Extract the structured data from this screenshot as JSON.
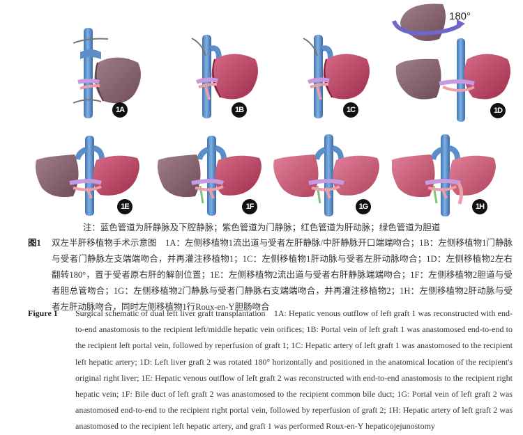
{
  "figure": {
    "panels": [
      {
        "id": "1A",
        "label": "1A"
      },
      {
        "id": "1B",
        "label": "1B"
      },
      {
        "id": "1C",
        "label": "1C"
      },
      {
        "id": "1D",
        "label": "1D"
      },
      {
        "id": "1E",
        "label": "1E"
      },
      {
        "id": "1F",
        "label": "1F"
      },
      {
        "id": "1G",
        "label": "1G"
      },
      {
        "id": "1H",
        "label": "1H"
      }
    ],
    "rotation_label": "180°",
    "colors": {
      "vein_blue": "#5b8fc9",
      "portal_purple": "#b58ad6",
      "artery_red": "#e8909a",
      "bile_green": "#7cc47a",
      "graft1_liver": "#8a6470",
      "graft2_liver": "#b8445f",
      "label_badge": "#111111"
    }
  },
  "note": "注：蓝色管道为肝静脉及下腔静脉；紫色管道为门静脉；红色管道为肝动脉；绿色管道为胆道",
  "caption_cn": {
    "label": "图1",
    "text": "双左半肝移植物手术示意图　1A：左侧移植物1流出道与受者左肝静脉/中肝静脉开口端端吻合；1B：左侧移植物1门静脉与受者门静脉左支端端吻合，并再灌注移植物1；1C：左侧移植物1肝动脉与受者左肝动脉吻合；1D：左侧移植物2左右翻转180°，置于受者原右肝的解剖位置；1E：左侧移植物2流出道与受者右肝静脉端端吻合；1F：左侧移植物2胆道与受者胆总管吻合；1G：左侧移植物2门静脉与受者门静脉右支端端吻合，并再灌注移植物2；1H：左侧移植物2肝动脉与受者左肝动脉吻合，同时左侧移植物1行Roux-en-Y胆肠吻合"
  },
  "caption_en": {
    "label": "Figure 1",
    "text": "Surgical schematic of dual left liver graft transplantation　1A: Hepatic venous outflow of left graft 1 was reconstructed with end-to-end anastomosis to the recipient left/middle hepatic vein orifices; 1B: Portal vein of left graft 1 was anastomosed end-to-end to the recipient left portal vein, followed by reperfusion of graft 1; 1C: Hepatic artery of left graft 1 was anastomosed to the recipient left hepatic artery; 1D: Left liver graft 2 was rotated 180° horizontally and positioned in the anatomical location of the recipient's original right liver; 1E: Hepatic venous outflow of left graft 2 was reconstructed with end-to-end anastomosis to the recipient right hepatic vein; 1F: Bile duct of left graft 2 was anastomosed to the recipient common bile duct; 1G: Portal vein of left graft 2 was anastomosed end-to-end to the recipient right portal vein, followed by reperfusion of graft 2; 1H: Hepatic artery of left graft 2 was anastomosed to the recipient left hepatic artery, and graft 1 was performed Roux-en-Y hepaticojejunostomy"
  }
}
